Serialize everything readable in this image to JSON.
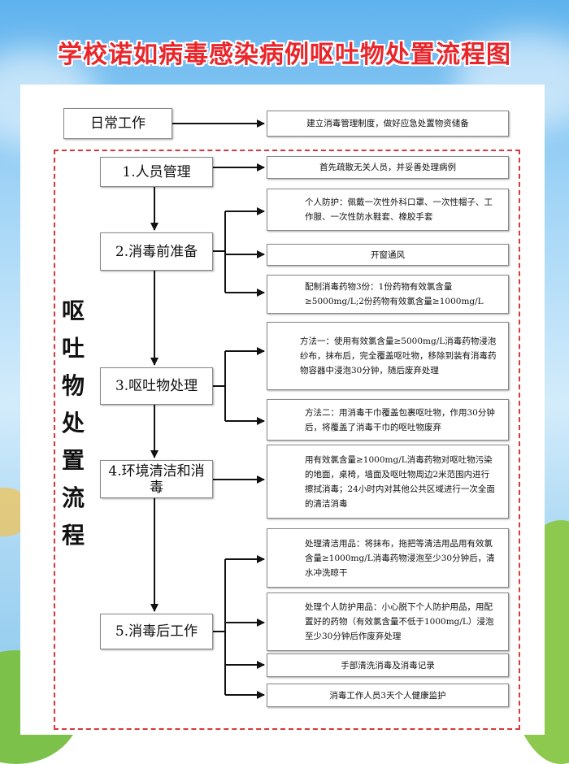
{
  "title": "学校诺如病毒感染病例呕吐物处置流程图",
  "routine": {
    "label": "日常工作",
    "desc": "建立消毒管理制度，做好应急处置物资储备"
  },
  "flow_label": [
    "呕",
    "吐",
    "物",
    "处",
    "置",
    "流",
    "程"
  ],
  "steps": [
    {
      "label": "1.人员管理"
    },
    {
      "label": "2.消毒前准备"
    },
    {
      "label": "3.呕吐物处理"
    },
    {
      "label": "4.环境清洁和消毒"
    },
    {
      "label": "5.消毒后工作"
    }
  ],
  "descs": [
    "首先疏散无关人员，并妥善处理病例",
    "个人防护：佩戴一次性外科口罩、一次性帽子、工作服、一次性防水鞋套、橡胶手套",
    "开窗通风",
    "配制消毒药物3份：1份药物有效氯含量≥5000mg/L;2份药物有效氯含量≥1000mg/L",
    "方法一：使用有效氯含量≥5000mg/L消毒药物浸泡纱布，抹布后，完全覆盖呕吐物，移除到装有消毒药物容器中浸泡30分钟，随后废弃处理",
    "方法二：用消毒干巾覆盖包裹呕吐物，作用30分钟后，将覆盖了消毒干巾的呕吐物废弃",
    "用有效氯含量≥1000mg/L消毒药物对呕吐物污染的地面，桌椅，墙面及呕吐物周边2米范围内进行擦拭消毒；24小时内对其他公共区域进行一次全面的清洁消毒",
    "处理清洁用品：将抹布，拖把等清洁用品用有效氯含量≥1000mg/L消毒药物浸泡至少30分钟后，清水冲洗晾干",
    "处理个人防护用品：小心脱下个人防护用品，用配置好的药物（有效氯含量不低于1000mg/L）浸泡至少30分钟后作废弃处理",
    "手部清洗消毒及消毒记录",
    "消毒工作人员3天个人健康监护"
  ],
  "colors": {
    "title": "#e8262b",
    "dashed_border": "#d8383a",
    "line": "#111111"
  }
}
